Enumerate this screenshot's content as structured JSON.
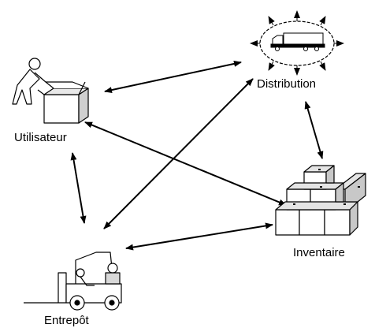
{
  "nodes": [
    {
      "id": "utilisateur",
      "label": "Utilisateur",
      "icon": "user-with-box-icon"
    },
    {
      "id": "distribution",
      "label": "Distribution",
      "icon": "truck-icon"
    },
    {
      "id": "inventaire",
      "label": "Inventaire",
      "icon": "stacked-boxes-icon"
    },
    {
      "id": "entrepot",
      "label": "Entrepôt",
      "icon": "forklift-icon"
    }
  ],
  "edges": [
    {
      "from": "utilisateur",
      "to": "distribution",
      "bidirectional": true
    },
    {
      "from": "utilisateur",
      "to": "inventaire",
      "bidirectional": true
    },
    {
      "from": "utilisateur",
      "to": "entrepot",
      "bidirectional": true
    },
    {
      "from": "distribution",
      "to": "inventaire",
      "bidirectional": true
    },
    {
      "from": "distribution",
      "to": "entrepot",
      "bidirectional": true
    },
    {
      "from": "entrepot",
      "to": "inventaire",
      "bidirectional": true
    }
  ],
  "colors": {
    "stroke": "#000000",
    "fill": "#ffffff",
    "shade": "#dcdcdc"
  }
}
